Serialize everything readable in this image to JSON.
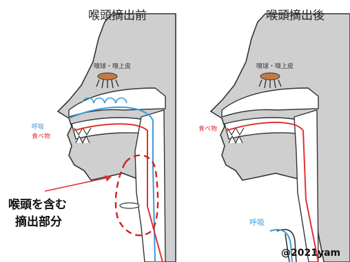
{
  "titles": {
    "before": "喉頭摘出前",
    "after": "喉頭摘出後"
  },
  "labels": {
    "olfactory_before": "嗅球・嗅上皮",
    "olfactory_after": "嗅球・嗅上皮",
    "breath_before": "呼吸",
    "food_before": "食べ物",
    "food_after": "食べ物",
    "breath_after": "呼吸",
    "removed_line1": "喉頭を含む",
    "removed_line2": "摘出部分",
    "credit": "@2021yam"
  },
  "colors": {
    "tissue": "#cfcfcf",
    "outline": "#333333",
    "food_path": "#e03030",
    "air_path": "#3a9ad9",
    "bulb": "#c47a45",
    "dashed_region": "#d02020"
  }
}
